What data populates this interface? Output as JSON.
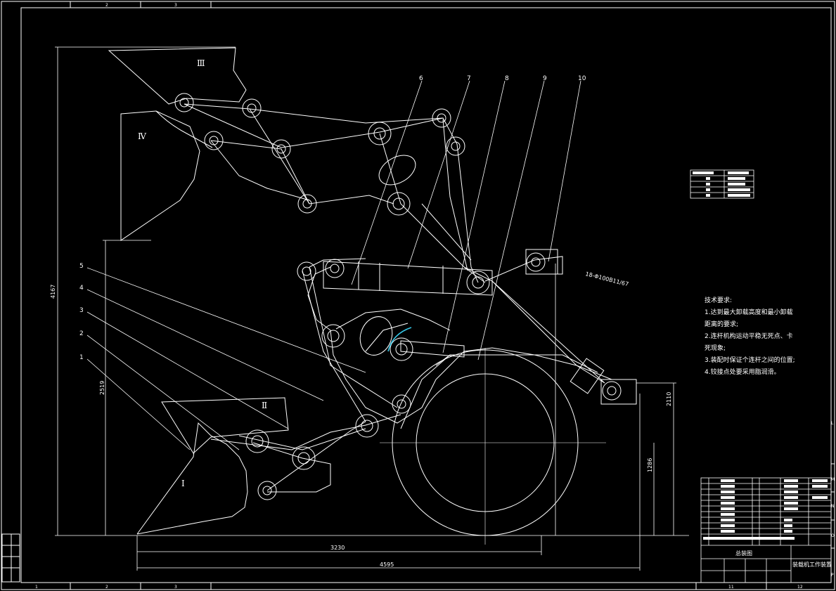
{
  "border": {
    "top_zones": [
      "2",
      "3"
    ],
    "bottom_zones": [
      "1",
      "2",
      "3",
      "11",
      "12"
    ],
    "right_zones": [
      "L",
      "M",
      "N",
      "O",
      "P"
    ]
  },
  "region_labels": [
    "Ⅰ",
    "Ⅱ",
    "Ⅲ",
    "Ⅳ"
  ],
  "part_numbers": [
    "1",
    "2",
    "3",
    "4",
    "5",
    "6",
    "7",
    "8",
    "9",
    "10"
  ],
  "dimensions": {
    "total_height": "4167",
    "hinge_height": "2519",
    "right_height": "2110",
    "lower_height": "1286",
    "width_inner": "3230",
    "width_total": "4595",
    "cylinder_note": "18-Φ100B11/67"
  },
  "technical_requirements": {
    "title": "技术要求:",
    "items": [
      "1.达到最大卸载高度和最小卸载",
      "距离的要求;",
      "2.连杆机构运动平稳无死点、卡",
      "死现象;",
      "3.装配时保证个连杆之间的位置;",
      "4.铰接点处要采用脂润滑。"
    ]
  },
  "title_block": {
    "drawing_title": "总装图",
    "drawing_name": "装载机工作装置"
  }
}
